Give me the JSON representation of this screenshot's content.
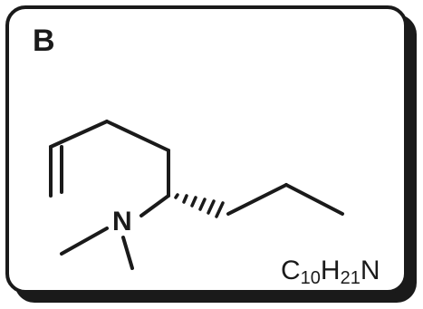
{
  "figure": {
    "panel_label": "B",
    "formula": {
      "c": "C",
      "c_count": "10",
      "h": "H",
      "h_count": "21",
      "n": "N"
    },
    "nitrogen_atom_label": "N",
    "colors": {
      "ink": "#1a1a1a",
      "background": "#ffffff"
    }
  }
}
